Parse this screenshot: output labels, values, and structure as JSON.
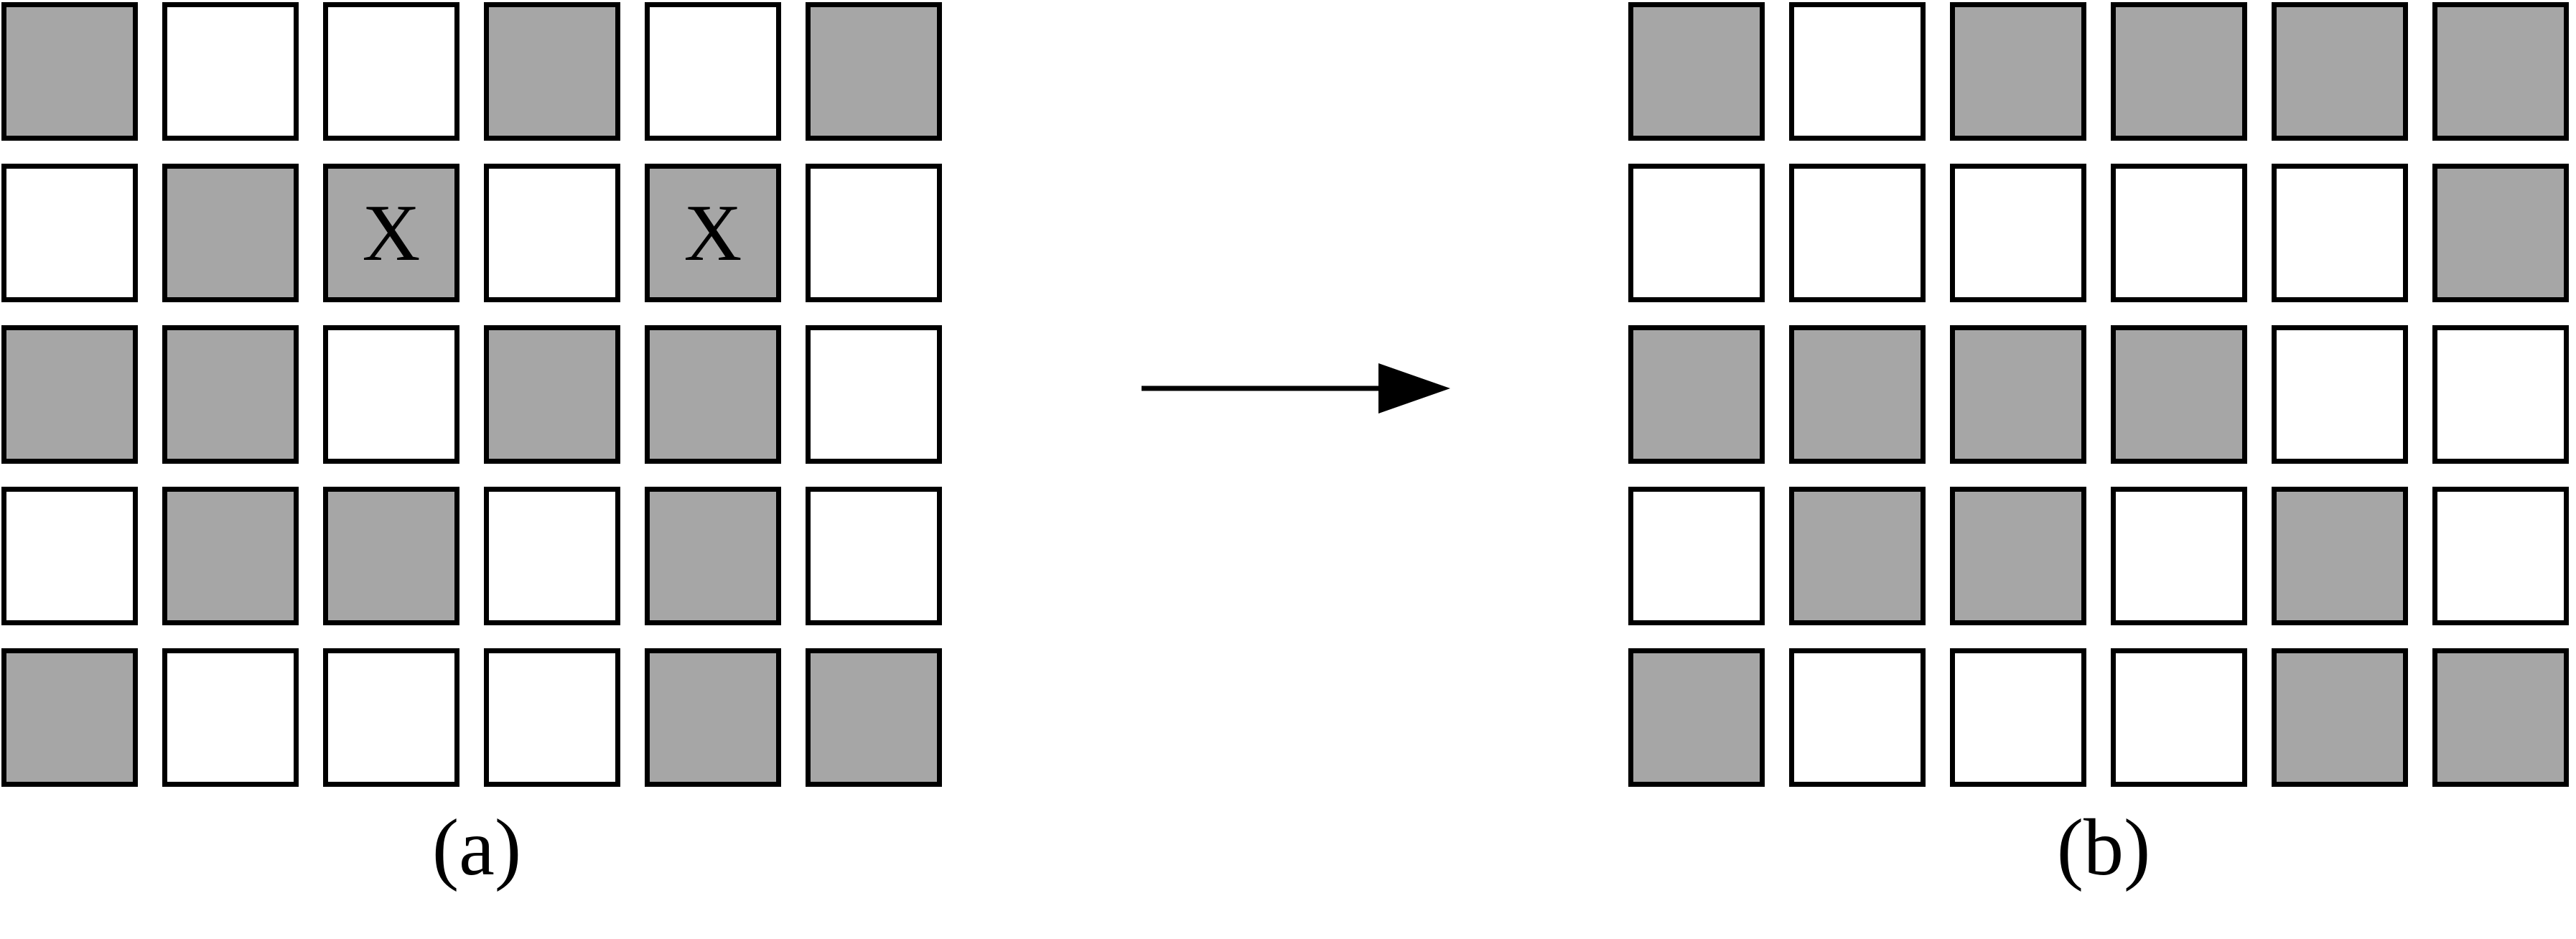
{
  "colors": {
    "filled": "#a6a6a6",
    "empty": "#ffffff",
    "stroke": "#000000"
  },
  "panels": [
    {
      "label": "(a)",
      "cells": [
        [
          "filled",
          "empty",
          "empty",
          "filled",
          "empty",
          "filled"
        ],
        [
          "empty",
          "filled",
          "filled",
          "empty",
          "filled",
          "empty"
        ],
        [
          "filled",
          "filled",
          "empty",
          "filled",
          "filled",
          "empty"
        ],
        [
          "empty",
          "filled",
          "filled",
          "empty",
          "filled",
          "empty"
        ],
        [
          "filled",
          "empty",
          "empty",
          "empty",
          "filled",
          "filled"
        ]
      ],
      "marks": [
        [
          "",
          "",
          "",
          "",
          "",
          ""
        ],
        [
          "",
          "",
          "X",
          "",
          "X",
          ""
        ],
        [
          "",
          "",
          "",
          "",
          "",
          ""
        ],
        [
          "",
          "",
          "",
          "",
          "",
          ""
        ],
        [
          "",
          "",
          "",
          "",
          "",
          ""
        ]
      ]
    },
    {
      "label": "(b)",
      "cells": [
        [
          "filled",
          "empty",
          "filled",
          "filled",
          "filled",
          "filled"
        ],
        [
          "empty",
          "empty",
          "empty",
          "empty",
          "empty",
          "filled"
        ],
        [
          "filled",
          "filled",
          "filled",
          "filled",
          "empty",
          "empty"
        ],
        [
          "empty",
          "filled",
          "filled",
          "empty",
          "filled",
          "empty"
        ],
        [
          "filled",
          "empty",
          "empty",
          "empty",
          "filled",
          "filled"
        ]
      ],
      "marks": [
        [
          "",
          "",
          "",
          "",
          "",
          ""
        ],
        [
          "",
          "",
          "",
          "",
          "",
          ""
        ],
        [
          "",
          "",
          "",
          "",
          "",
          ""
        ],
        [
          "",
          "",
          "",
          "",
          "",
          ""
        ],
        [
          "",
          "",
          "",
          "",
          "",
          ""
        ]
      ]
    }
  ]
}
